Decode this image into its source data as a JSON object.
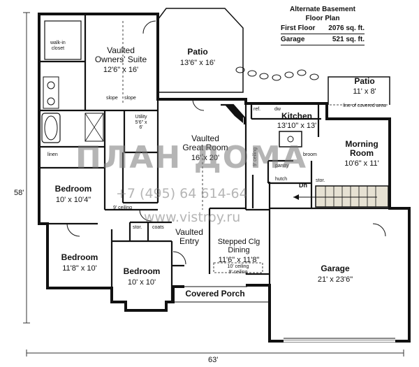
{
  "info": {
    "title_line1": "Alternate Basement",
    "title_line2": "Floor Plan",
    "rows": [
      {
        "label": "First Floor",
        "value": "2076 sq. ft."
      },
      {
        "label": "Garage",
        "value": "521 sq. ft."
      }
    ]
  },
  "dimensions": {
    "width": "63'",
    "depth": "58'"
  },
  "rooms": {
    "walkin": "walk-in\ncloset",
    "owners_name": "Vaulted\nOwners' Suite",
    "owners_size": "12'6\" x 16'",
    "patio1_name": "Patio",
    "patio1_size": "13'6\" x 16'",
    "patio2_name": "Patio",
    "patio2_size": "11' x 8'",
    "covered_area": "line of covered area",
    "kitchen_name": "Kitchen",
    "kitchen_size": "13'10\" x 13'",
    "ref": "ref.",
    "dw": "dw",
    "morning_name": "Morning\nRoom",
    "morning_size": "10'6\" x 11'",
    "great_name": "Vaulted\nGreat Room",
    "great_size": "16' x 20'",
    "utility": "Utility\n5'6\" x\n6'",
    "linen": "linen",
    "bed1_name": "Bedroom",
    "bed1_size": "10' x 10'4\"",
    "bed2_name": "Bedroom",
    "bed2_size": "11'8\" x 10'",
    "bed3_name": "Bedroom",
    "bed3_size": "10' x 10'",
    "ceiling9": "9' ceiling",
    "stor": "stor.",
    "coats": "coats",
    "entry_name": "Vaulted\nEntry",
    "dining_name": "Stepped Clg\nDining",
    "dining_size": "11'6\" x 11'8\"",
    "dining_clg": "10' ceiling\n9' ceiling",
    "garage_name": "Garage",
    "garage_size": "21' x 23'6\"",
    "porch": "Covered Porch",
    "pantry": "pantry",
    "hutch": "hutch",
    "dn": "Dn",
    "stor2": "stor.",
    "broom": "broom",
    "slope": "slope",
    "ceiling9b": "9' ceiling"
  },
  "watermark": {
    "line1": "ПЛАН ДОМА",
    "line2": "+7 (495) 64 614-64",
    "line3": "www.vistroy.ru"
  },
  "colors": {
    "wall": "#111111",
    "stairs": "#e6e1d3",
    "grid": "#cccccc"
  }
}
